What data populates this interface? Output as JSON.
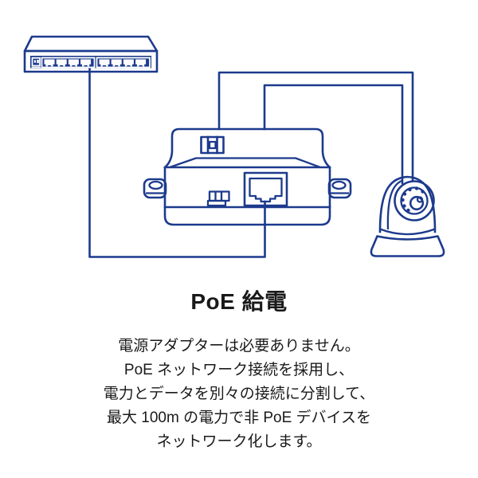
{
  "title": "PoE 給電",
  "description": {
    "lines": [
      "電源アダプターは必要ありません。",
      "PoE ネットワーク接続を採用し、",
      "電力とデータを別々の接続に分割して、",
      "最大 100m の電力で非 PoE デバイスを",
      "ネットワーク化します。"
    ]
  },
  "colors": {
    "line": "#1c3a8d",
    "text": "#1a1a1a",
    "background": "#ffffff"
  },
  "icons": [
    {
      "name": "network-switch-icon",
      "meaning": "8-port ethernet switch"
    },
    {
      "name": "poe-injector-icon",
      "meaning": "PoE injector / splitter device"
    },
    {
      "name": "ip-camera-icon",
      "meaning": "pan-tilt IP camera (non-PoE device)"
    }
  ]
}
